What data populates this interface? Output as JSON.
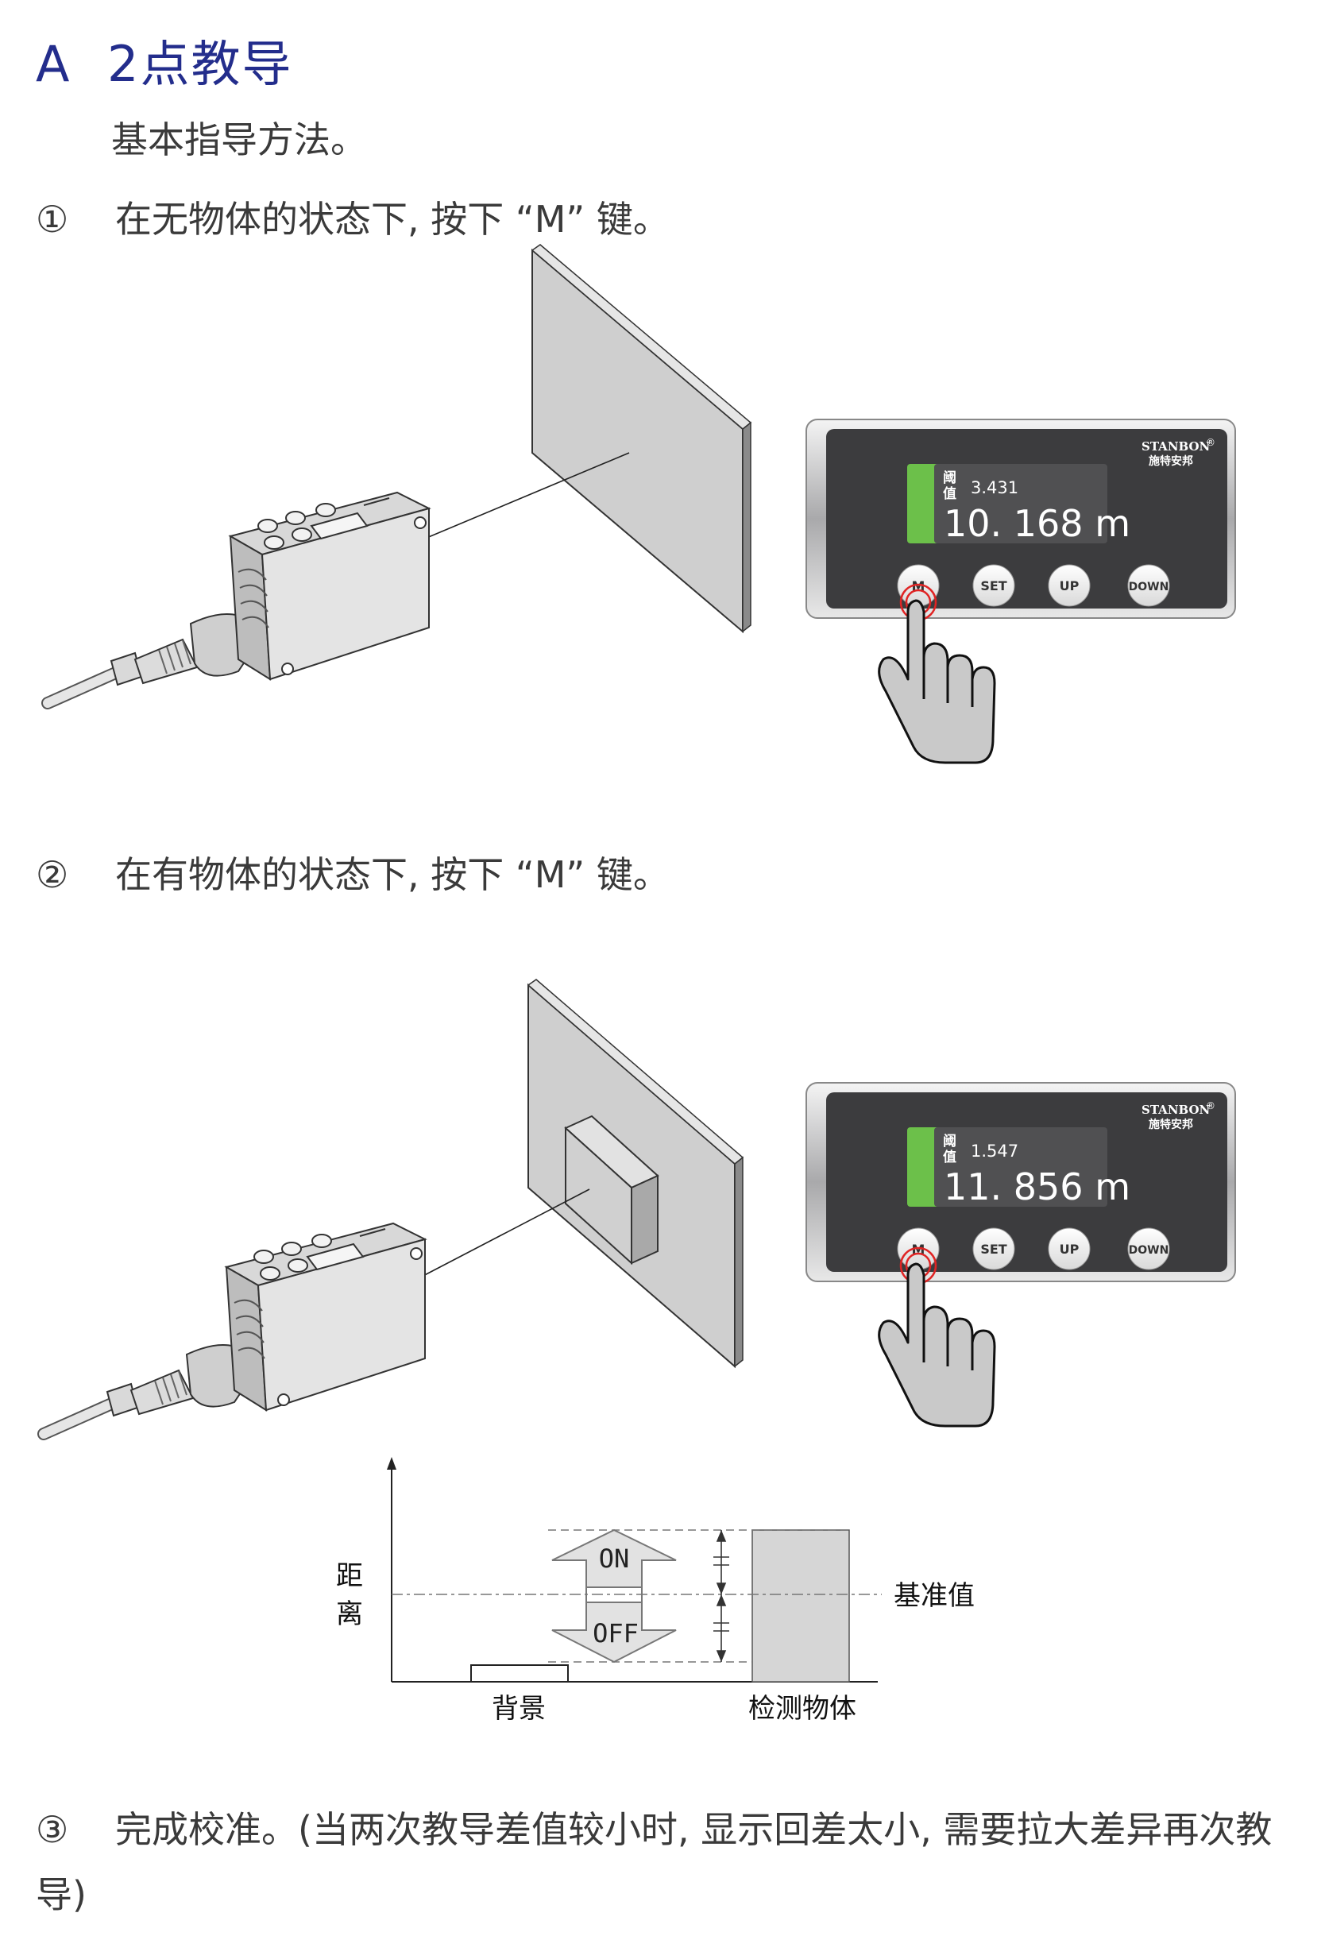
{
  "title": {
    "letter": "A",
    "text": "2点教导"
  },
  "subtitle": "基本指导方法。",
  "steps": [
    {
      "num": "①",
      "text": "在无物体的状态下, 按下 “M” 键。"
    },
    {
      "num": "②",
      "text": "在有物体的状态下, 按下 “M” 键。"
    },
    {
      "num": "③",
      "text": "完成校准。(当两次教导差值较小时, 显示回差太小, 需要拉大差异再次教导)"
    }
  ],
  "panels": [
    {
      "brand": "STANBON",
      "brand_mark": "®",
      "brand_cn": "施特安邦",
      "label_top": "阈",
      "label_bottom": "值",
      "threshold": "3.431",
      "reading": "10. 168 m",
      "buttons": [
        "M",
        "SET",
        "UP",
        "DOWN"
      ]
    },
    {
      "brand": "STANBON",
      "brand_mark": "®",
      "brand_cn": "施特安邦",
      "label_top": "阈",
      "label_bottom": "值",
      "threshold": "1.547",
      "reading": "11. 856 m",
      "buttons": [
        "M",
        "SET",
        "UP",
        "DOWN"
      ]
    }
  ],
  "diagram": {
    "ylabel_top": "距",
    "ylabel_bottom": "离",
    "on_label": "ON",
    "off_label": "OFF",
    "reference_label": "基准值",
    "x_label_background": "背景",
    "x_label_object": "检测物体"
  },
  "colors": {
    "title": "#232d8c",
    "text": "#3a3a3a",
    "panel_face": "#3c3c3e",
    "screen": "#505052",
    "indicator_green": "#6cc04a",
    "press_ring": "#e02424",
    "plate": "#cfcfcf"
  }
}
